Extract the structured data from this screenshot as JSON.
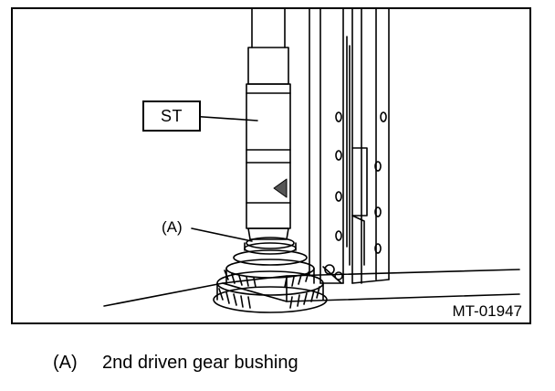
{
  "figure": {
    "callouts": [
      {
        "id": "st",
        "label": "ST"
      },
      {
        "id": "a",
        "label": "(A)"
      }
    ],
    "figure_id": "MT-01947"
  },
  "legend": [
    {
      "key": "(A)",
      "text": "2nd driven gear bushing"
    }
  ]
}
